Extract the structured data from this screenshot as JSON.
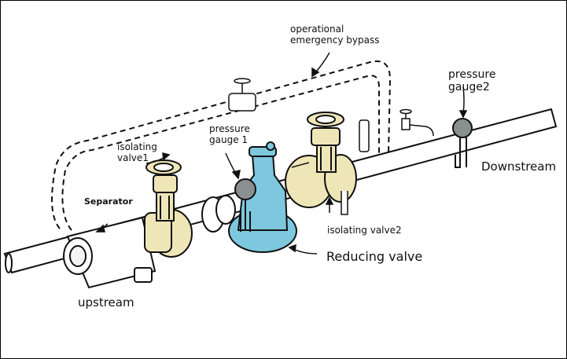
{
  "labels": {
    "bypass_line1": "operational",
    "bypass_line2": "emergency bypass",
    "pressure_gauge2_line1": "pressure",
    "pressure_gauge2_line2": "gauge2",
    "pressure_gauge1_line1": "pressure",
    "pressure_gauge1_line2": "gauge 1",
    "isolating_valve1_line1": "isolating",
    "isolating_valve1_line2": "valve1",
    "separator": "Separator",
    "downstream": "Downstream",
    "isolating_valve2": "isolating valve2",
    "reducing_valve": "Reducing valve",
    "upstream": "upstream"
  },
  "colors": {
    "valve_body": "#EFE6B8",
    "reducing_valve": "#7EC8DF",
    "gauge_face": "#8A8F8F",
    "outline": "#111111",
    "background": "#ffffff"
  }
}
